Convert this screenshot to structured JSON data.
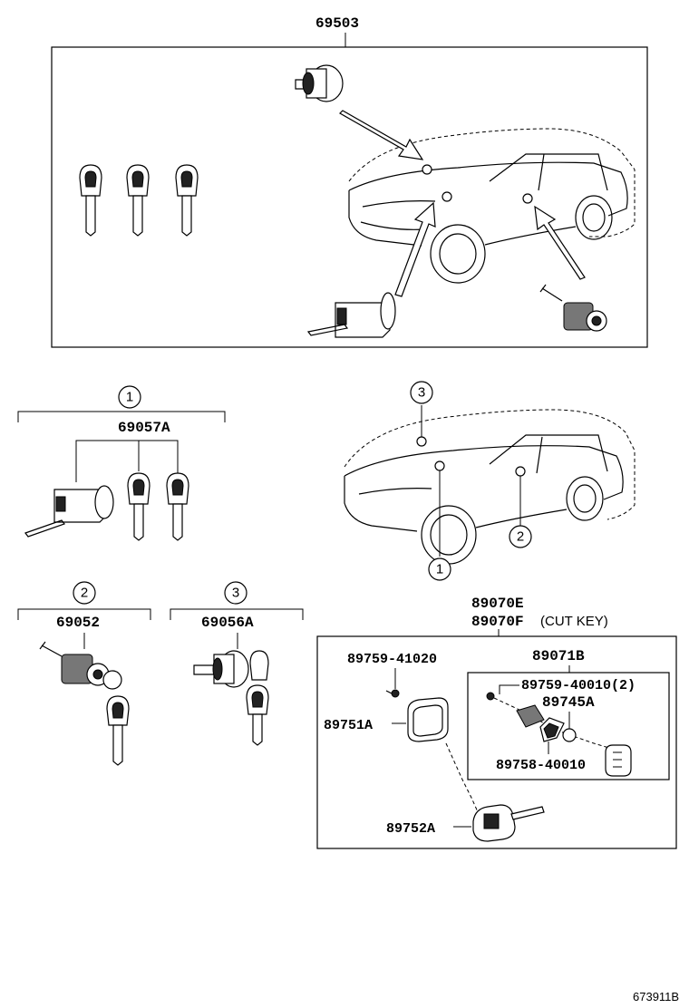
{
  "top_group": {
    "part_number": "69503"
  },
  "group1": {
    "circle": "1",
    "part_number": "69057A"
  },
  "group2": {
    "circle": "2",
    "part_number": "69052"
  },
  "group3": {
    "circle": "3",
    "part_number": "69056A"
  },
  "key_group": {
    "part_number_1": "89070E",
    "part_number_2": "89070F",
    "cut_key_note": "(CUT KEY)",
    "screw": "89759-41020",
    "case_part": "89751A",
    "key_part": "89752A",
    "sub_group": {
      "part_number": "89071B",
      "screw": "89759-40010(2)",
      "battery": "89745A",
      "gasket": "89758-40010"
    }
  },
  "car_callouts": {
    "c1": "1",
    "c2": "2",
    "c3": "3"
  },
  "group1_label": "1",
  "group2_label": "2",
  "group3_label": "3",
  "reference": "673911B"
}
